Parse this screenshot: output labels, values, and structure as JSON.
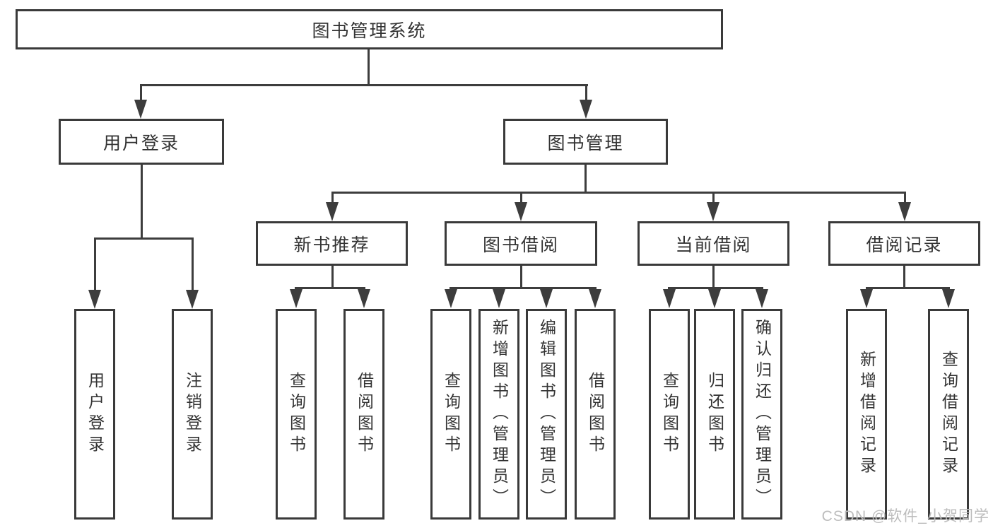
{
  "diagram": {
    "root": "图书管理系统",
    "user": "用户登录",
    "book": "图书管理",
    "user_login": "用户登录",
    "user_logout": "注销登录",
    "sec_new": "新书推荐",
    "sec_borrow": "图书借阅",
    "sec_current": "当前借阅",
    "sec_records": "借阅记录",
    "new_query": "查询图书",
    "new_borrow": "借阅图书",
    "borrow_query": "查询图书",
    "borrow_add": "新增图书（管理员）",
    "borrow_edit": "编辑图书（管理员）",
    "borrow_borrow": "借阅图书",
    "current_query": "查询图书",
    "current_return": "归还图书",
    "current_confirm": "确认归还（管理员）",
    "records_add": "新增借阅记录",
    "records_query": "查询借阅记录"
  },
  "watermark": "CSDN @软件_小贺同学",
  "colors": {
    "line": "#3d3d3d",
    "text": "#333333",
    "watermark": "#bdbdbd",
    "background": "#ffffff"
  }
}
